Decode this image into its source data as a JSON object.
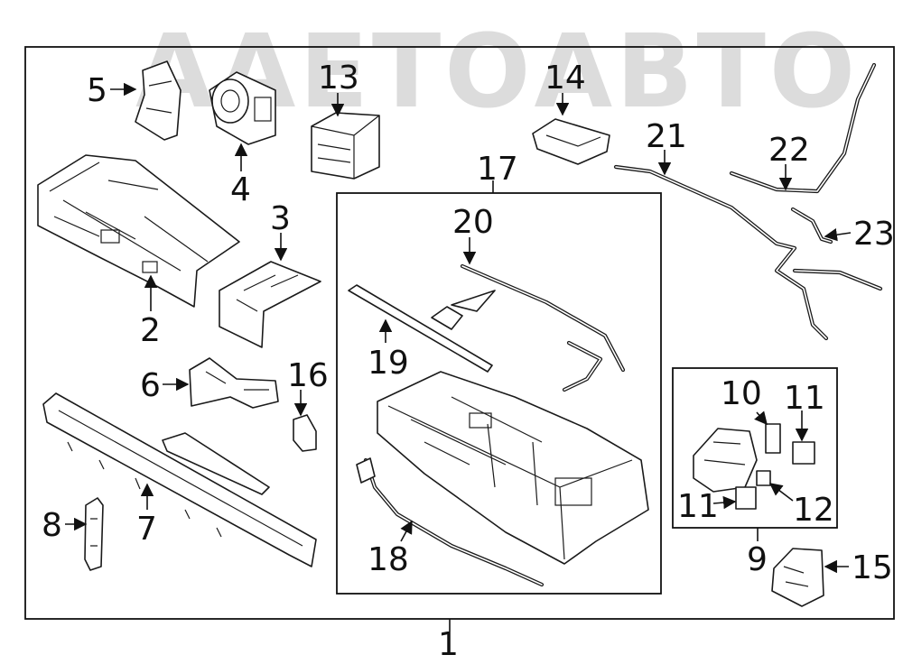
{
  "watermark": {
    "text": "ААЕТОАВТО"
  },
  "colors": {
    "line": "#1a1a1a",
    "background": "#ffffff",
    "watermark": "#dcdcdc"
  },
  "callouts": [
    {
      "id": "callout-1",
      "label": "1"
    },
    {
      "id": "callout-2",
      "label": "2"
    },
    {
      "id": "callout-3",
      "label": "3"
    },
    {
      "id": "callout-4",
      "label": "4"
    },
    {
      "id": "callout-5",
      "label": "5"
    },
    {
      "id": "callout-6",
      "label": "6"
    },
    {
      "id": "callout-7",
      "label": "7"
    },
    {
      "id": "callout-8",
      "label": "8"
    },
    {
      "id": "callout-9",
      "label": "9"
    },
    {
      "id": "callout-10",
      "label": "10"
    },
    {
      "id": "callout-11a",
      "label": "11"
    },
    {
      "id": "callout-11b",
      "label": "11"
    },
    {
      "id": "callout-12",
      "label": "12"
    },
    {
      "id": "callout-13",
      "label": "13"
    },
    {
      "id": "callout-14",
      "label": "14"
    },
    {
      "id": "callout-15",
      "label": "15"
    },
    {
      "id": "callout-16",
      "label": "16"
    },
    {
      "id": "callout-17",
      "label": "17"
    },
    {
      "id": "callout-18",
      "label": "18"
    },
    {
      "id": "callout-19",
      "label": "19"
    },
    {
      "id": "callout-20",
      "label": "20"
    },
    {
      "id": "callout-21",
      "label": "21"
    },
    {
      "id": "callout-22",
      "label": "22"
    },
    {
      "id": "callout-23",
      "label": "23"
    }
  ]
}
